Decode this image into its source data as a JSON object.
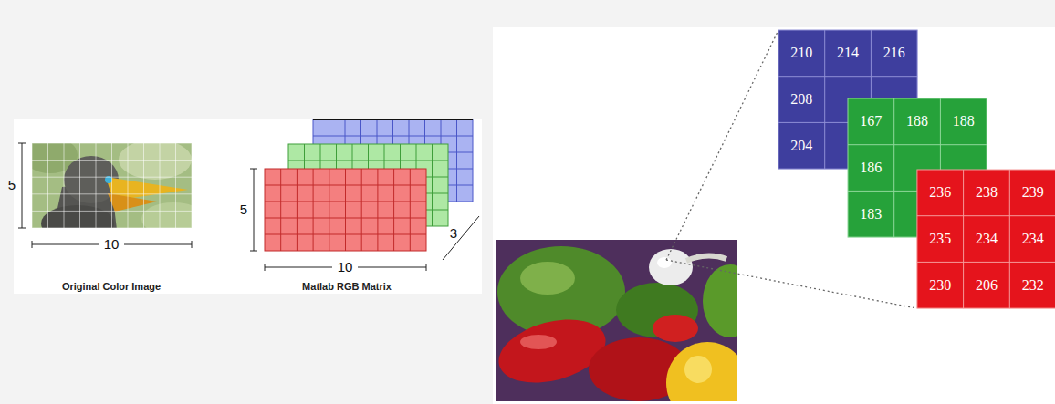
{
  "diagram": {
    "labels": [
      "5",
      "10",
      "Original Color Image",
      "5",
      "10",
      "3",
      "Matlab RGB Matrix",
      "210",
      "214",
      "216",
      "208",
      "204",
      "167",
      "188",
      "188",
      "186",
      "183",
      "236",
      "238",
      "239",
      "235",
      "234",
      "234",
      "230",
      "206",
      "232"
    ]
  }
}
